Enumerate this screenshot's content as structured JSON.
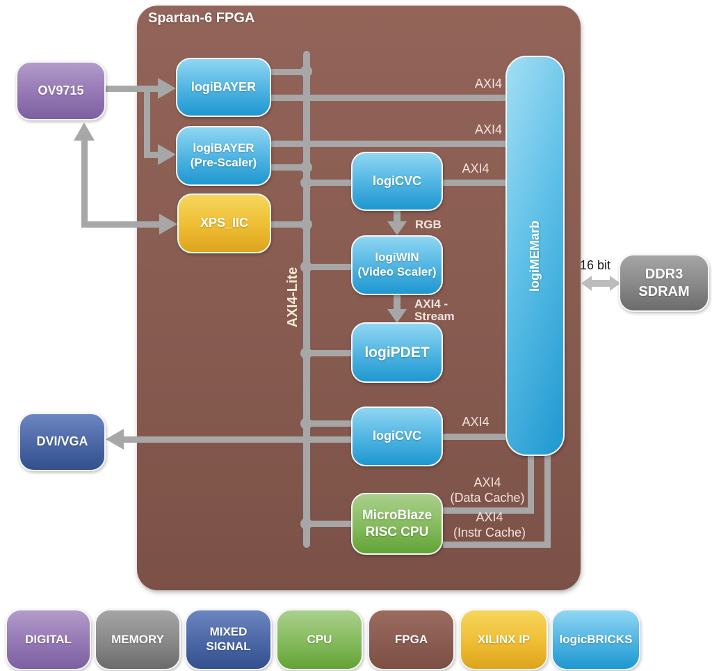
{
  "fpga": {
    "title": "Spartan-6 FPGA"
  },
  "external": {
    "ov9715": "OV9715",
    "dvi_vga": "DVI/VGA",
    "ddr3": "DDR3 SDRAM",
    "bus_width": "16 bit"
  },
  "blocks": {
    "logibayer": "logiBAYER",
    "prescaler": "logiBAYER\n(Pre-Scaler)",
    "xps_iic": "XPS_IIC",
    "logicvc_top": "logiCVC",
    "logiwin": "logiWIN\n(Video Scaler)",
    "logipdet": "logiPDET",
    "logicvc_bottom": "logiCVC",
    "microblaze": "MicroBlaze\nRISC CPU",
    "logimemarb": "logiMEMarb"
  },
  "connections": {
    "axi4_lite_bus": "AXI4-Lite",
    "axi4_bayer": "AXI4",
    "axi4_prescaler": "AXI4",
    "axi4_cvc_top": "AXI4",
    "axi4_cvc_bottom": "AXI4",
    "rgb": "RGB",
    "axi4_stream": "AXI4 -\nStream",
    "axi4_data_cache": "AXI4\n(Data Cache)",
    "axi4_instr_cache": "AXI4\n(Instr Cache)"
  },
  "legend": [
    {
      "label": "DIGITAL",
      "color": "#8a6dab"
    },
    {
      "label": "MEMORY",
      "color": "#7d7d7d"
    },
    {
      "label": "MIXED\nSIGNAL",
      "color": "#3c5897"
    },
    {
      "label": "CPU",
      "color": "#6ba73c"
    },
    {
      "label": "FPGA",
      "color": "#875a4f"
    },
    {
      "label": "XILINX IP",
      "color": "#e5ad20"
    },
    {
      "label": "logicBRICKS",
      "color": "#2d9fd5"
    }
  ],
  "palette": {
    "connector_gray": "#a7a7a7",
    "light_arrow_gray": "#bcbcbc",
    "fpga_background": "#875b50",
    "label_cream": "#f3e5de"
  }
}
